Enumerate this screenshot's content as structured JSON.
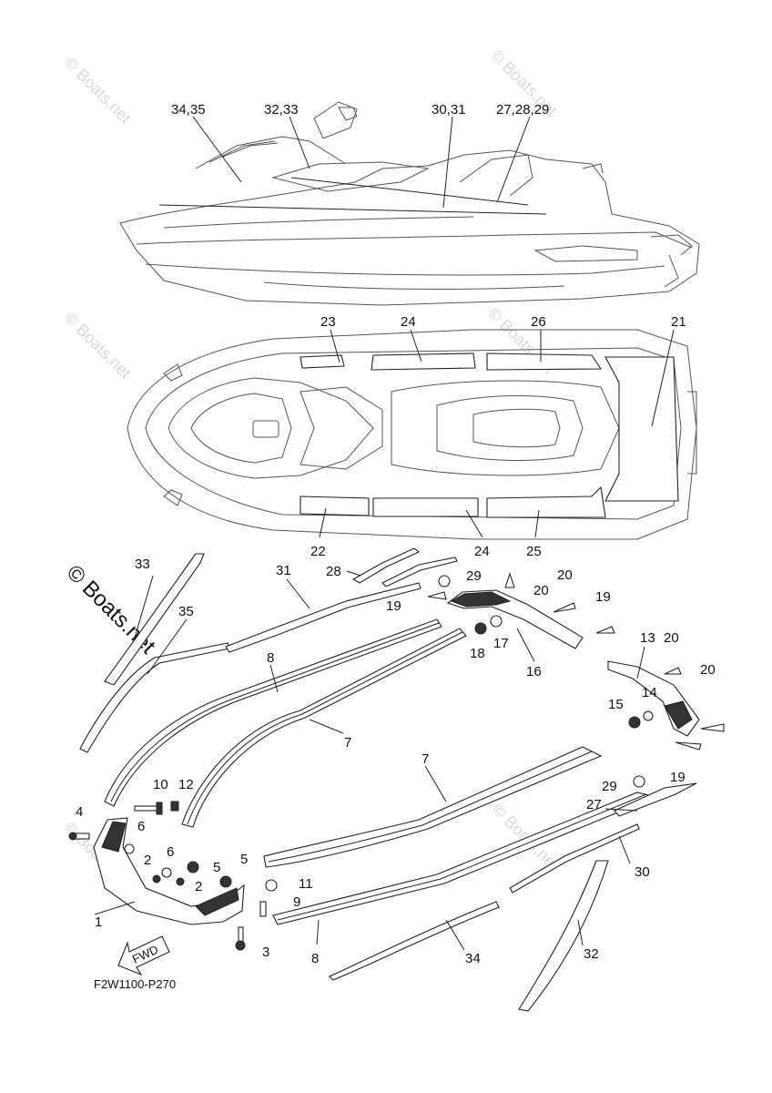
{
  "diagram_code": "F2W1100-P270",
  "watermark": "© Boats.net",
  "fwd_arrow_label": "FWD",
  "callouts": [
    {
      "id": "c-34-35-top",
      "text": "34,35"
    },
    {
      "id": "c-32-33-top",
      "text": "32,33"
    },
    {
      "id": "c-30-31-top",
      "text": "30,31"
    },
    {
      "id": "c-27-28-29-top",
      "text": "27,28,29"
    },
    {
      "id": "c-23",
      "text": "23"
    },
    {
      "id": "c-24-top",
      "text": "24"
    },
    {
      "id": "c-26",
      "text": "26"
    },
    {
      "id": "c-21",
      "text": "21"
    },
    {
      "id": "c-22",
      "text": "22"
    },
    {
      "id": "c-24-bottom",
      "text": "24"
    },
    {
      "id": "c-25",
      "text": "25"
    },
    {
      "id": "c-33",
      "text": "33"
    },
    {
      "id": "c-35",
      "text": "35"
    },
    {
      "id": "c-31",
      "text": "31"
    },
    {
      "id": "c-28",
      "text": "28"
    },
    {
      "id": "c-29-a",
      "text": "29"
    },
    {
      "id": "c-20-a",
      "text": "20"
    },
    {
      "id": "c-19-a",
      "text": "19"
    },
    {
      "id": "c-20-b",
      "text": "20"
    },
    {
      "id": "c-19-b",
      "text": "19"
    },
    {
      "id": "c-18",
      "text": "18"
    },
    {
      "id": "c-17",
      "text": "17"
    },
    {
      "id": "c-16",
      "text": "16"
    },
    {
      "id": "c-13",
      "text": "13"
    },
    {
      "id": "c-20-c",
      "text": "20"
    },
    {
      "id": "c-20-d",
      "text": "20"
    },
    {
      "id": "c-14",
      "text": "14"
    },
    {
      "id": "c-15",
      "text": "15"
    },
    {
      "id": "c-8-a",
      "text": "8"
    },
    {
      "id": "c-7-a",
      "text": "7"
    },
    {
      "id": "c-7-b",
      "text": "7"
    },
    {
      "id": "c-19-c",
      "text": "19"
    },
    {
      "id": "c-29-b",
      "text": "29"
    },
    {
      "id": "c-27",
      "text": "27"
    },
    {
      "id": "c-10",
      "text": "10"
    },
    {
      "id": "c-12",
      "text": "12"
    },
    {
      "id": "c-4",
      "text": "4"
    },
    {
      "id": "c-6-a",
      "text": "6"
    },
    {
      "id": "c-6-b",
      "text": "6"
    },
    {
      "id": "c-2-a",
      "text": "2"
    },
    {
      "id": "c-2-b",
      "text": "2"
    },
    {
      "id": "c-5-a",
      "text": "5"
    },
    {
      "id": "c-5-b",
      "text": "5"
    },
    {
      "id": "c-11",
      "text": "11"
    },
    {
      "id": "c-9",
      "text": "9"
    },
    {
      "id": "c-30",
      "text": "30"
    },
    {
      "id": "c-1",
      "text": "1"
    },
    {
      "id": "c-3",
      "text": "3"
    },
    {
      "id": "c-8-b",
      "text": "8"
    },
    {
      "id": "c-34",
      "text": "34"
    },
    {
      "id": "c-32",
      "text": "32"
    }
  ]
}
